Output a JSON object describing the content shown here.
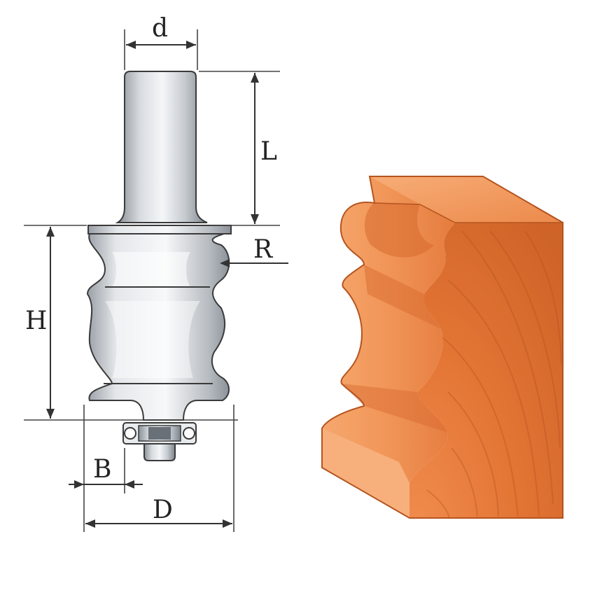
{
  "diagram": {
    "labels": {
      "d": "d",
      "L": "L",
      "R": "R",
      "H": "H",
      "B": "B",
      "D": "D"
    },
    "colors": {
      "metal_dark": "#7d838a",
      "metal_light": "#eef0f2",
      "wood_light": "#f39a5c",
      "wood_mid": "#e67a3e",
      "wood_dark": "#c65a24",
      "line": "#333333"
    }
  }
}
